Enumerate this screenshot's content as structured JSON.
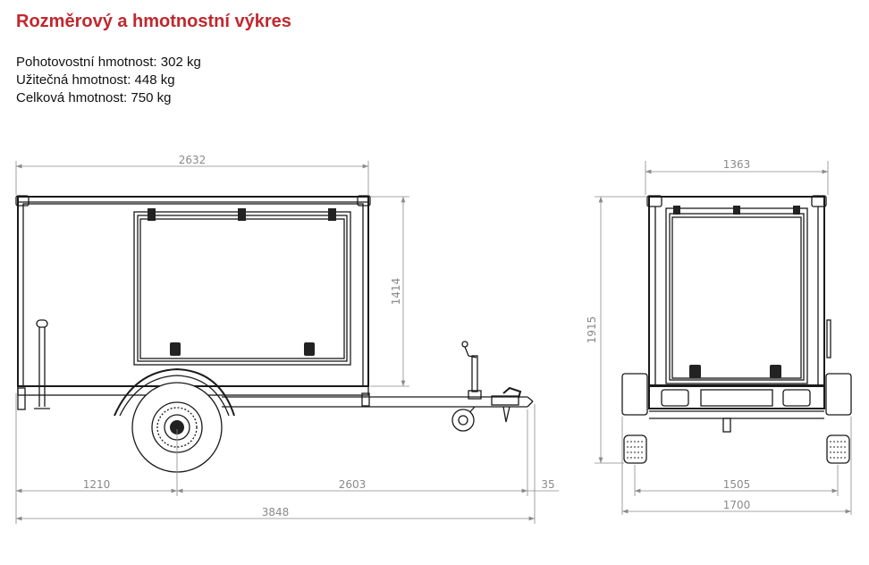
{
  "title": "Rozměrový a hmotnostní výkres",
  "specs": [
    "Pohotovostní hmotnost: 302 kg",
    "Užitečná hmotnost: 448 kg",
    "Celková hmotnost: 750 kg"
  ],
  "side_view": {
    "dimensions": {
      "box_length": "2632",
      "box_height": "1414",
      "rear_to_axle": "1210",
      "axle_to_coupling": "2603",
      "coupling_overhang": "35",
      "total_length": "3848"
    }
  },
  "rear_view": {
    "dimensions": {
      "box_width": "1363",
      "total_height": "1915",
      "track_width": "1505",
      "total_width": "1700"
    }
  },
  "colors": {
    "title": "#c0282d",
    "dimension": "#8a8a8a",
    "line": "#1a1a1a"
  }
}
